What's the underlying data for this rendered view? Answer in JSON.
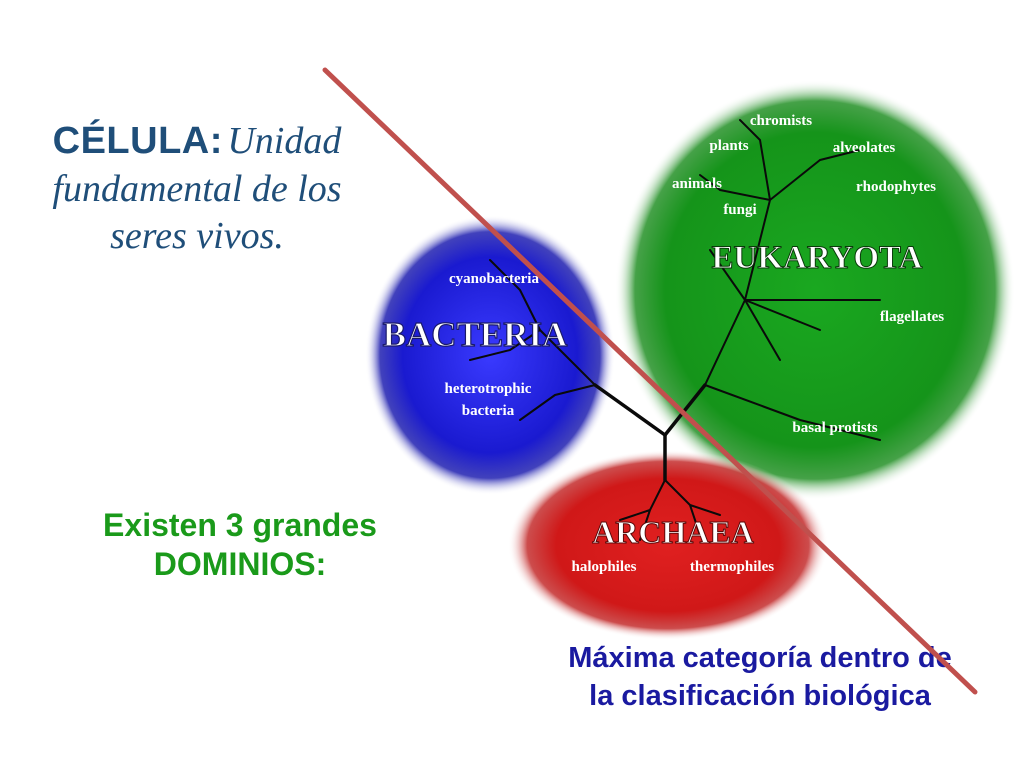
{
  "heading": {
    "lead": "CÉLULA:",
    "definition": "Unidad fundamental de los seres vivos."
  },
  "note": {
    "line1": "Existen 3 grandes",
    "line2": "DOMINIOS:"
  },
  "caption": {
    "line1": "Máxima categoría dentro de",
    "line2": "la clasificación biológica"
  },
  "domains": {
    "bacteria": {
      "name": "BACTERIA",
      "groups": [
        "cyanobacteria",
        "heterotrophic",
        "bacteria"
      ]
    },
    "eukaryota": {
      "name": "EUKARYOTA",
      "groups": [
        "chromists",
        "plants",
        "alveolates",
        "animals",
        "rhodophytes",
        "fungi",
        "flagellates",
        "basal protists"
      ]
    },
    "archaea": {
      "name": "ARCHAEA",
      "groups": [
        "halophiles",
        "thermophiles"
      ]
    }
  },
  "colors": {
    "bacteria": "#1a1ad0",
    "eukaryota": "#15941a",
    "archaea": "#d01818",
    "strike_line": "#c0504d",
    "heading": "#1f4e79",
    "note": "#1a9a1a",
    "caption": "#1a1aa0"
  }
}
